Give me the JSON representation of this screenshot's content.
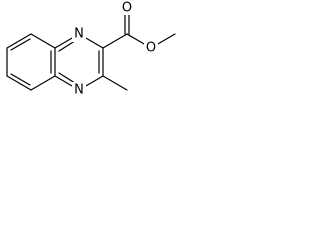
{
  "molecule": {
    "atoms": {
      "ring_n_top": "N",
      "ring_n_bottom": "N",
      "carbonyl_o": "O",
      "ester_o": "O"
    }
  }
}
